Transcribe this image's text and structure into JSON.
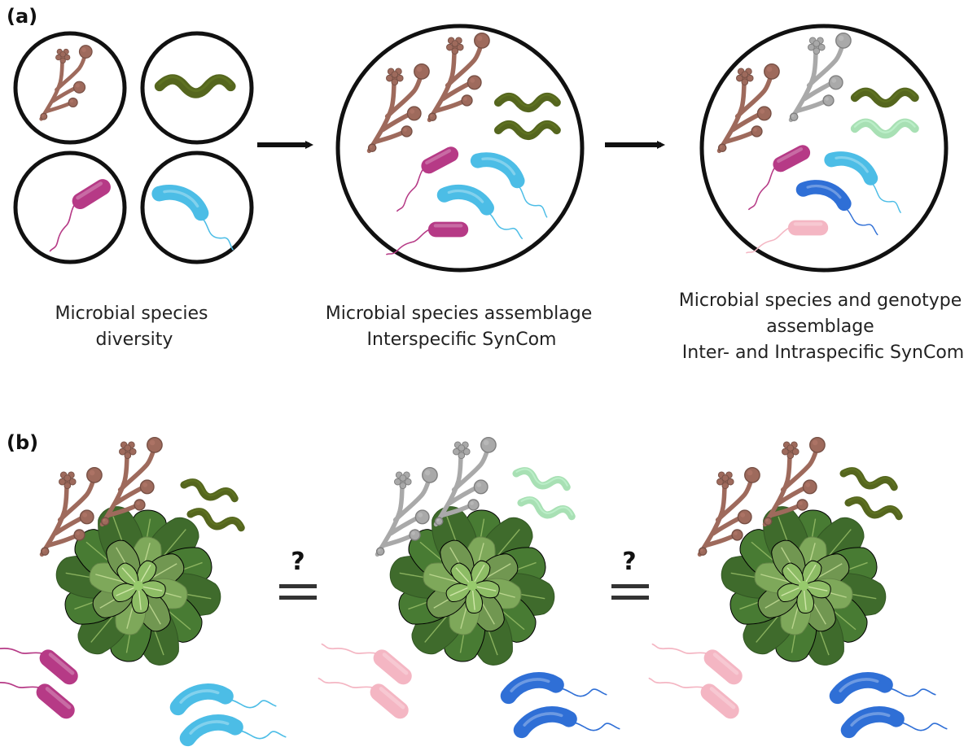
{
  "panel_a": {
    "label": "(a)",
    "captions": {
      "diversity": [
        "Microbial species",
        "diversity"
      ],
      "interspecific": [
        "Microbial species assemblage",
        "Interspecific SynCom"
      ],
      "intraspecific": [
        "Microbial species and genotype",
        "assemblage",
        "Inter- and Intraspecific SynCom"
      ]
    }
  },
  "panel_b": {
    "label": "(b)",
    "question_mark": "?"
  },
  "colors": {
    "fungus_brown": "#9e6a5c",
    "fungus_gray": "#a9a9a9",
    "worm_dark_green": "#55661e",
    "worm_light_green": "#a8e0b4",
    "rod_magenta": "#b63a86",
    "rod_pink": "#f4b6c3",
    "curved_cyan": "#4cbde6",
    "curved_blue": "#2f6fd6",
    "leaf_dark": "#3f6b2c",
    "leaf_light": "#7ea85a"
  }
}
